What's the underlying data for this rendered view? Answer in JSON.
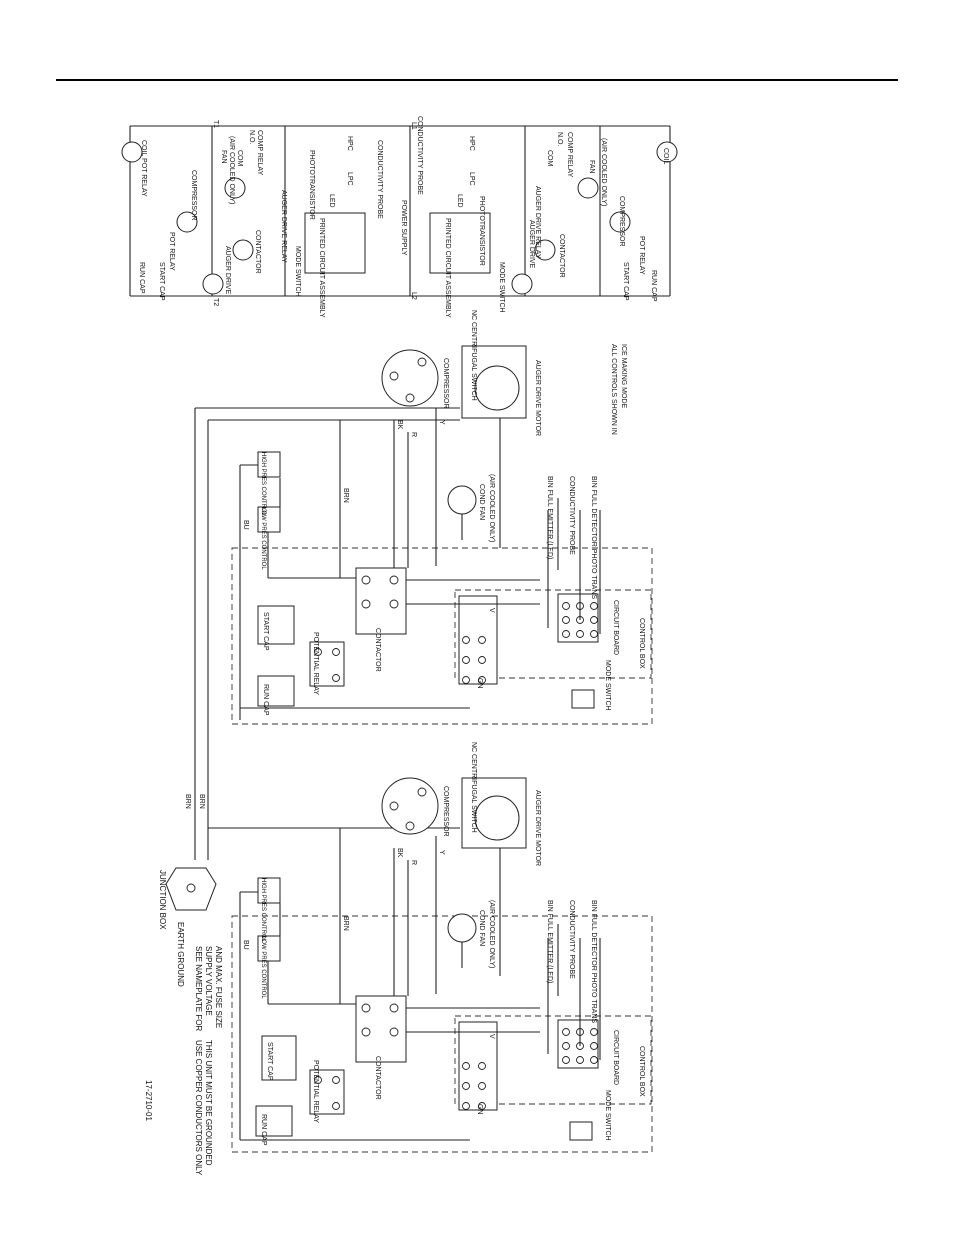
{
  "header": {
    "line_color": "#000000"
  },
  "notes": {
    "drawing_number": "17-2710-01",
    "copper_1": "USE COPPER CONDUCTORS ONLY",
    "copper_2": "THIS UNIT MUST BE GROUNDED",
    "nameplate_1": "SEE NAMEPLATE FOR",
    "nameplate_2": "SUPPLY VOLTAGE",
    "nameplate_3": "AND MAX. FUSE SIZE",
    "earth_ground": "EARTH GROUND",
    "junction_box": "JUNCTION BOX",
    "all_controls_1": "ALL CONTROLS SHOWN IN",
    "all_controls_2": "ICE MAKING MODE"
  },
  "components": {
    "run_cap": "RUN CAP",
    "start_cap": "START CAP",
    "potential_relay": "POTENTIAL RELAY",
    "contactor": "CONTACTOR",
    "lo_press": "LOW PRES CONTROL",
    "hi_press": "HIGH PRES CONTROL",
    "cond_fan": "COND FAN",
    "air_cooled": "(AIR COOLED ONLY)",
    "compressor": "COMPRESSOR",
    "auger_drive_motor": "AUGER DRIVE MOTOR",
    "centrifugal_switch": "NC CENTRIFUGAL SWITCH",
    "bin_full_emitter": "BIN FULL EMITTER (LED)",
    "conductivity_probe": "CONDUCTIVITY PROBE",
    "bin_full_detector": "BIN FULL DETECTOR PHOTO TRANS",
    "circuit_board": "CIRCUIT BOARD",
    "control_box": "CONTROL BOX",
    "mode_switch": "MODE SWITCH"
  },
  "wires": {
    "bu": "BU",
    "brn": "BRN",
    "bk": "BK",
    "r": "R",
    "y": "Y",
    "v": "V",
    "gn": "GN"
  },
  "ladder": {
    "l1": "L1",
    "l2": "L2",
    "t1": "T1",
    "t2": "T2",
    "run_cap": "RUN CAP",
    "start_cap": "START CAP",
    "pot_relay": "POT RELAY",
    "coil_pot_relay": "COIL POT RELAY",
    "coil": "COIL",
    "compressor": "COMPRESSOR",
    "fan": "FAN",
    "air_cooled": "(AIR COOLED ONLY)",
    "comp_relay": "COMP RELAY",
    "auger_drive_relay": "AUGER DRIVE RELAY",
    "contactor": "CONTACTOR",
    "auger_drive": "AUGER DRIVE",
    "mode_switch": "MODE SWITCH",
    "pcb": "PRINTED CIRCUIT ASSEMBLY",
    "phototransistor": "PHOTOTRANSISTOR",
    "led": "LED",
    "lpc": "LPC",
    "hpc": "HPC",
    "conductivity_probe": "CONDUCTIVITY PROBE",
    "power_supply": "POWER SUPPLY",
    "com": "COM",
    "no": "N.O."
  }
}
